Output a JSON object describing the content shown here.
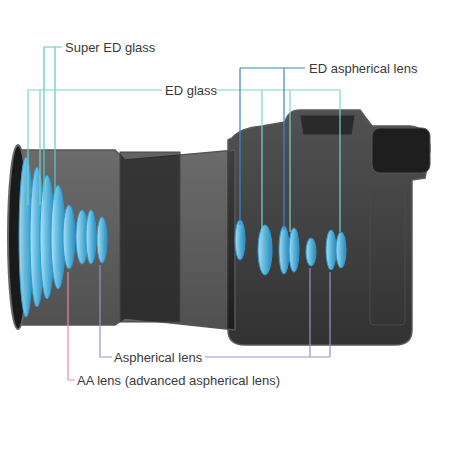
{
  "diagram": {
    "labels": [
      "Super ED glass",
      "ED glass",
      "ED aspherical lens",
      "Aspherical lens",
      "AA lens (advanced aspherical lens)"
    ]
  }
}
